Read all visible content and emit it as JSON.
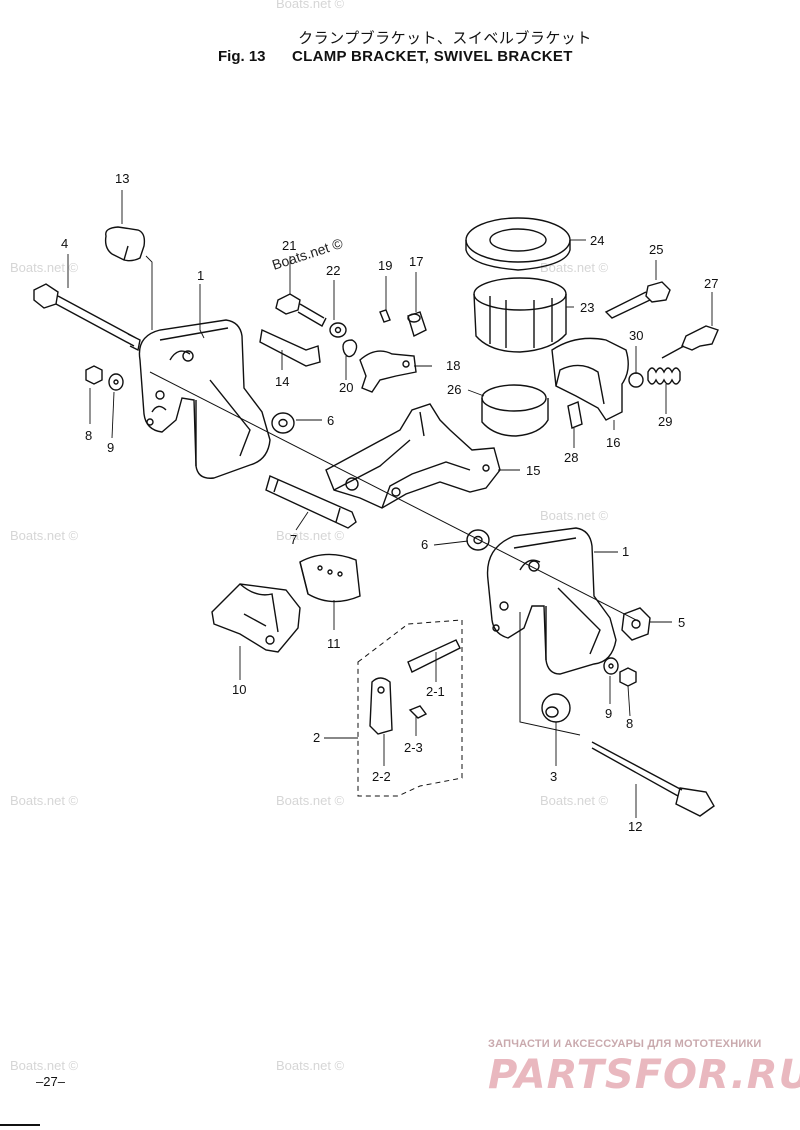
{
  "header": {
    "japanese_title": "クランプブラケット、スイベルブラケット",
    "fig_label": "Fig. 13",
    "fig_title": "CLAMP BRACKET, SWIVEL BRACKET"
  },
  "callouts": [
    "13",
    "4",
    "21",
    "22",
    "19",
    "17",
    "1",
    "14",
    "18",
    "20",
    "8",
    "9",
    "6",
    "24",
    "25",
    "23",
    "27",
    "30",
    "26",
    "29",
    "16",
    "28",
    "15",
    "7",
    "6",
    "1",
    "5",
    "11",
    "10",
    "2-1",
    "9",
    "8",
    "2",
    "2-3",
    "3",
    "2-2",
    "12"
  ],
  "watermark": "Boats.net ©",
  "diagram_watermark": "Boats.net ©",
  "page_number": "–27–",
  "footer": {
    "tagline": "ЗАПЧАСТИ И АКСЕССУАРЫ ДЛЯ МОТОТЕХНИКИ",
    "logo": "PARTSFOR.RU"
  }
}
